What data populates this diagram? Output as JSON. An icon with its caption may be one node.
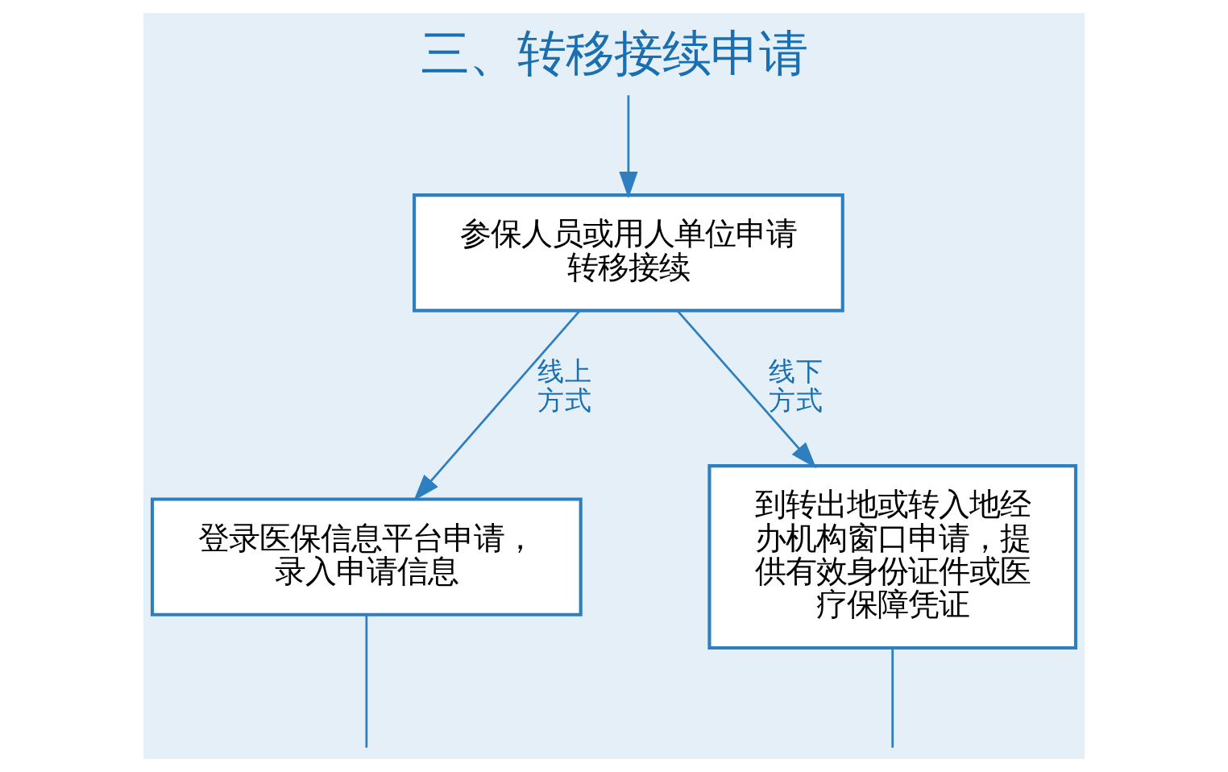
{
  "diagram": {
    "title": "三、转移接续申请",
    "nodes": [
      {
        "text": [
          "参保人员或用人单位申请转移接续"
        ]
      },
      {
        "text": [
          "登录医保信息平台申请，录入申请信息"
        ]
      },
      {
        "text": [
          "到转出地或转入地经办机构窗口申请，提供有效身份证件或医疗保障凭证"
        ]
      }
    ],
    "edges": [
      {
        "from": null,
        "to": 0,
        "arrow": "to"
      },
      {
        "from": 0,
        "to": 1,
        "arrow": "to",
        "label": "线上方式"
      },
      {
        "from": 0,
        "to": 2,
        "arrow": "to",
        "label": "线下方式"
      },
      {
        "from": 1,
        "to": null,
        "arrow": "none"
      },
      {
        "from": 2,
        "to": null,
        "arrow": "none"
      }
    ]
  }
}
